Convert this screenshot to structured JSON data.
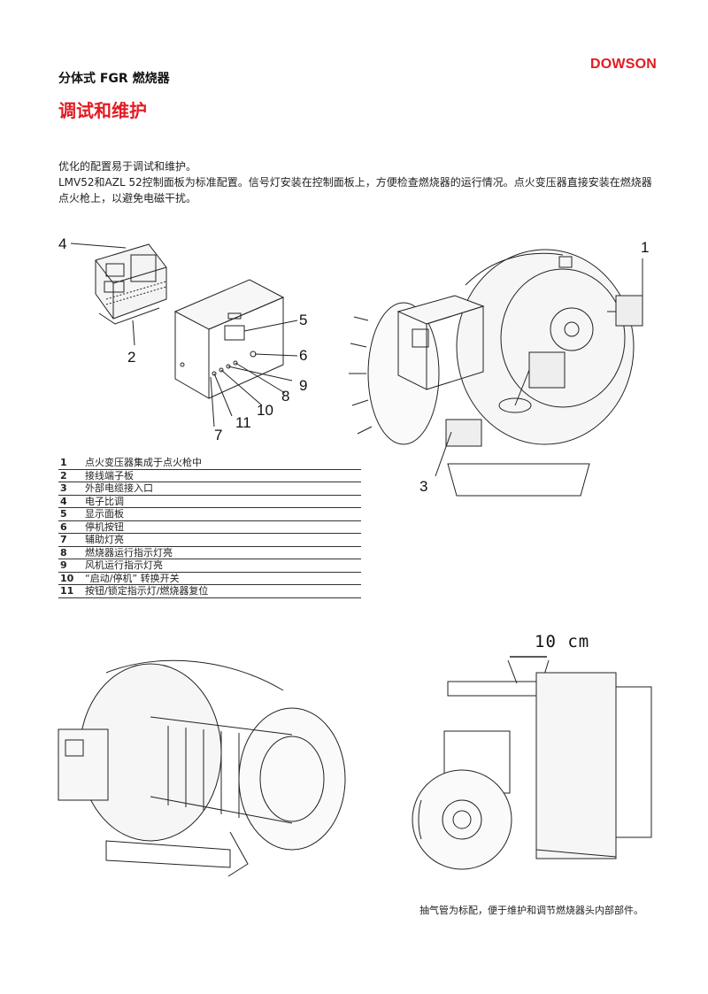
{
  "header": {
    "subtitle": "分体式 FGR 燃烧器",
    "brand": "DOWSON",
    "title": "调试和维护"
  },
  "intro": {
    "line1": "优化的配置易于调试和维护。",
    "line2": "LMV52和AZL 52控制面板为标准配置。信号灯安装在控制面板上，方便检查燃烧器的运行情况。点火变压器直接安装在燃烧器点火枪上，以避免电磁干扰。"
  },
  "callouts": {
    "c1": "1",
    "c2": "2",
    "c3": "3",
    "c4": "4",
    "c5": "5",
    "c6": "6",
    "c7": "7",
    "c8": "8",
    "c9": "9",
    "c10": "10",
    "c11": "11"
  },
  "legend": [
    {
      "num": "1",
      "text": "点火变压器集成于点火枪中"
    },
    {
      "num": "2",
      "text": "接线端子板"
    },
    {
      "num": "3",
      "text": "外部电缆接入口"
    },
    {
      "num": "4",
      "text": "电子比调"
    },
    {
      "num": "5",
      "text": "显示面板"
    },
    {
      "num": "6",
      "text": "停机按钮"
    },
    {
      "num": "7",
      "text": "辅助灯亮"
    },
    {
      "num": "8",
      "text": "燃烧器运行指示灯亮"
    },
    {
      "num": "9",
      "text": "风机运行指示灯亮"
    },
    {
      "num": "10",
      "text": "“启动/停机” 转换开关"
    },
    {
      "num": "11",
      "text": "按钮/锁定指示灯/燃烧器复位"
    }
  ],
  "dimension_label": "10 cm",
  "caption": "抽气管为标配，便于维护和调节燃烧器头内部部件。"
}
